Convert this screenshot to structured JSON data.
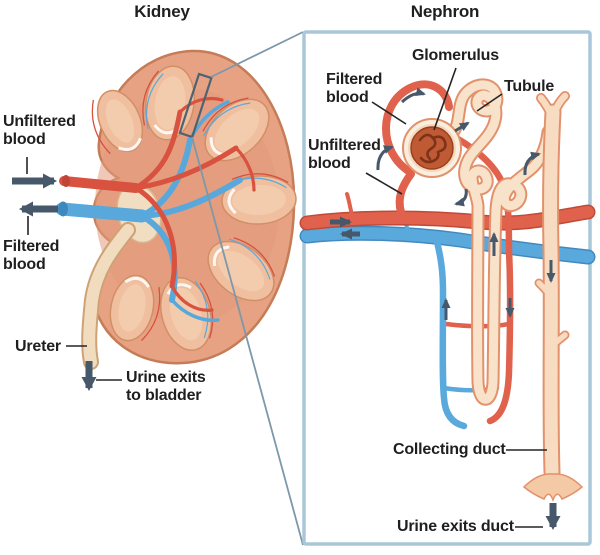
{
  "titles": {
    "kidney": "Kidney",
    "nephron": "Nephron"
  },
  "kidney_panel": {
    "unfiltered_line1": "Unfiltered",
    "unfiltered_line2": "blood",
    "filtered_line1": "Filtered",
    "filtered_line2": "blood",
    "ureter": "Ureter",
    "urine_line1": "Urine exits",
    "urine_line2": "to bladder"
  },
  "nephron_panel": {
    "glomerulus": "Glomerulus",
    "filtered_line1": "Filtered",
    "filtered_line2": "blood",
    "tubule": "Tubule",
    "unfiltered_line1": "Unfiltered",
    "unfiltered_line2": "blood",
    "collecting_duct": "Collecting duct",
    "urine_exits": "Urine exits duct"
  },
  "colors": {
    "artery_red": "#DE5A45",
    "artery_dark": "#C04A37",
    "vein_blue": "#5AA9DD",
    "vein_dark": "#3F88BE",
    "tubule_fill": "#F9E2CA",
    "tubule_outline": "#E2916B",
    "kidney_cortex": "#E7A284",
    "kidney_outline": "#C57C57",
    "pyramid_fill": "#F0BF9F",
    "glomerulus_ball": "#C05A34",
    "flow_arrow": "#46586A",
    "box_border": "#A9C7D8",
    "connector_line": "#7C98AA",
    "label_text": "#1F1F1F"
  }
}
